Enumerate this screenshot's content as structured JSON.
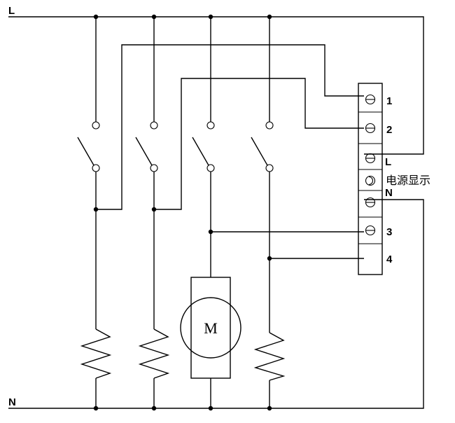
{
  "rails": {
    "live_label": "L",
    "neutral_label": "N"
  },
  "terminal_block": {
    "terminals": [
      {
        "label": "1",
        "glyph": "⊖"
      },
      {
        "label": "2",
        "glyph": "⊖"
      },
      {
        "label": "L",
        "glyph": "⊖"
      },
      {
        "label": "电源显示",
        "glyph": "◯"
      },
      {
        "label": "N",
        "glyph": "⊖"
      },
      {
        "label": "3",
        "glyph": "⊖"
      },
      {
        "label": "4",
        "glyph": ""
      }
    ]
  },
  "motor": {
    "label": "M"
  },
  "colors": {
    "line": "#000000",
    "background": "#ffffff"
  }
}
